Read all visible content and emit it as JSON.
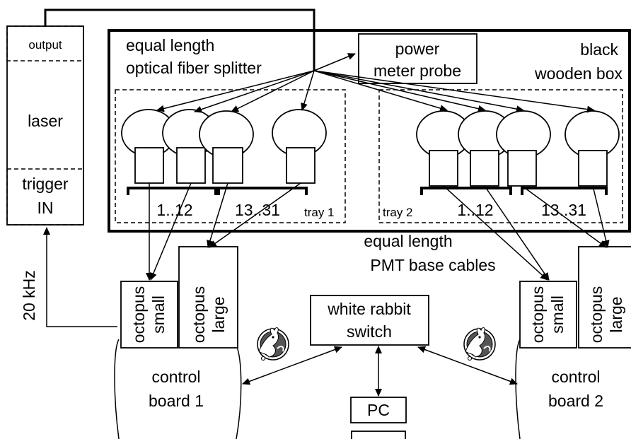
{
  "laser": {
    "output_label": "output",
    "laser_label": "laser",
    "trigger_line1": "trigger",
    "trigger_line2": "IN"
  },
  "black_box": {
    "line1": "black",
    "line2": "wooden box"
  },
  "splitter": {
    "line1": "equal length",
    "line2": "optical fiber splitter"
  },
  "power_meter": {
    "line1": "power",
    "line2": "meter probe"
  },
  "trays": {
    "tray1_label": "tray 1",
    "tray2_label": "tray 2",
    "group_small": "1..12",
    "group_large": "13..31"
  },
  "cables": {
    "line1": "equal length",
    "line2": "PMT base cables"
  },
  "frequency_label": "20 kHz",
  "octopus": {
    "small_line1": "octopus",
    "small_line2": "small",
    "large_line1": "octopus",
    "large_line2": "large"
  },
  "control_boards": {
    "board1_line1": "control",
    "board1_line2": "board 1",
    "board2_line1": "control",
    "board2_line2": "board 2"
  },
  "switch": {
    "line1": "white rabbit",
    "line2": "switch"
  },
  "pc_label": "PC",
  "icons": [
    "white-rabbit-logo-icon"
  ]
}
